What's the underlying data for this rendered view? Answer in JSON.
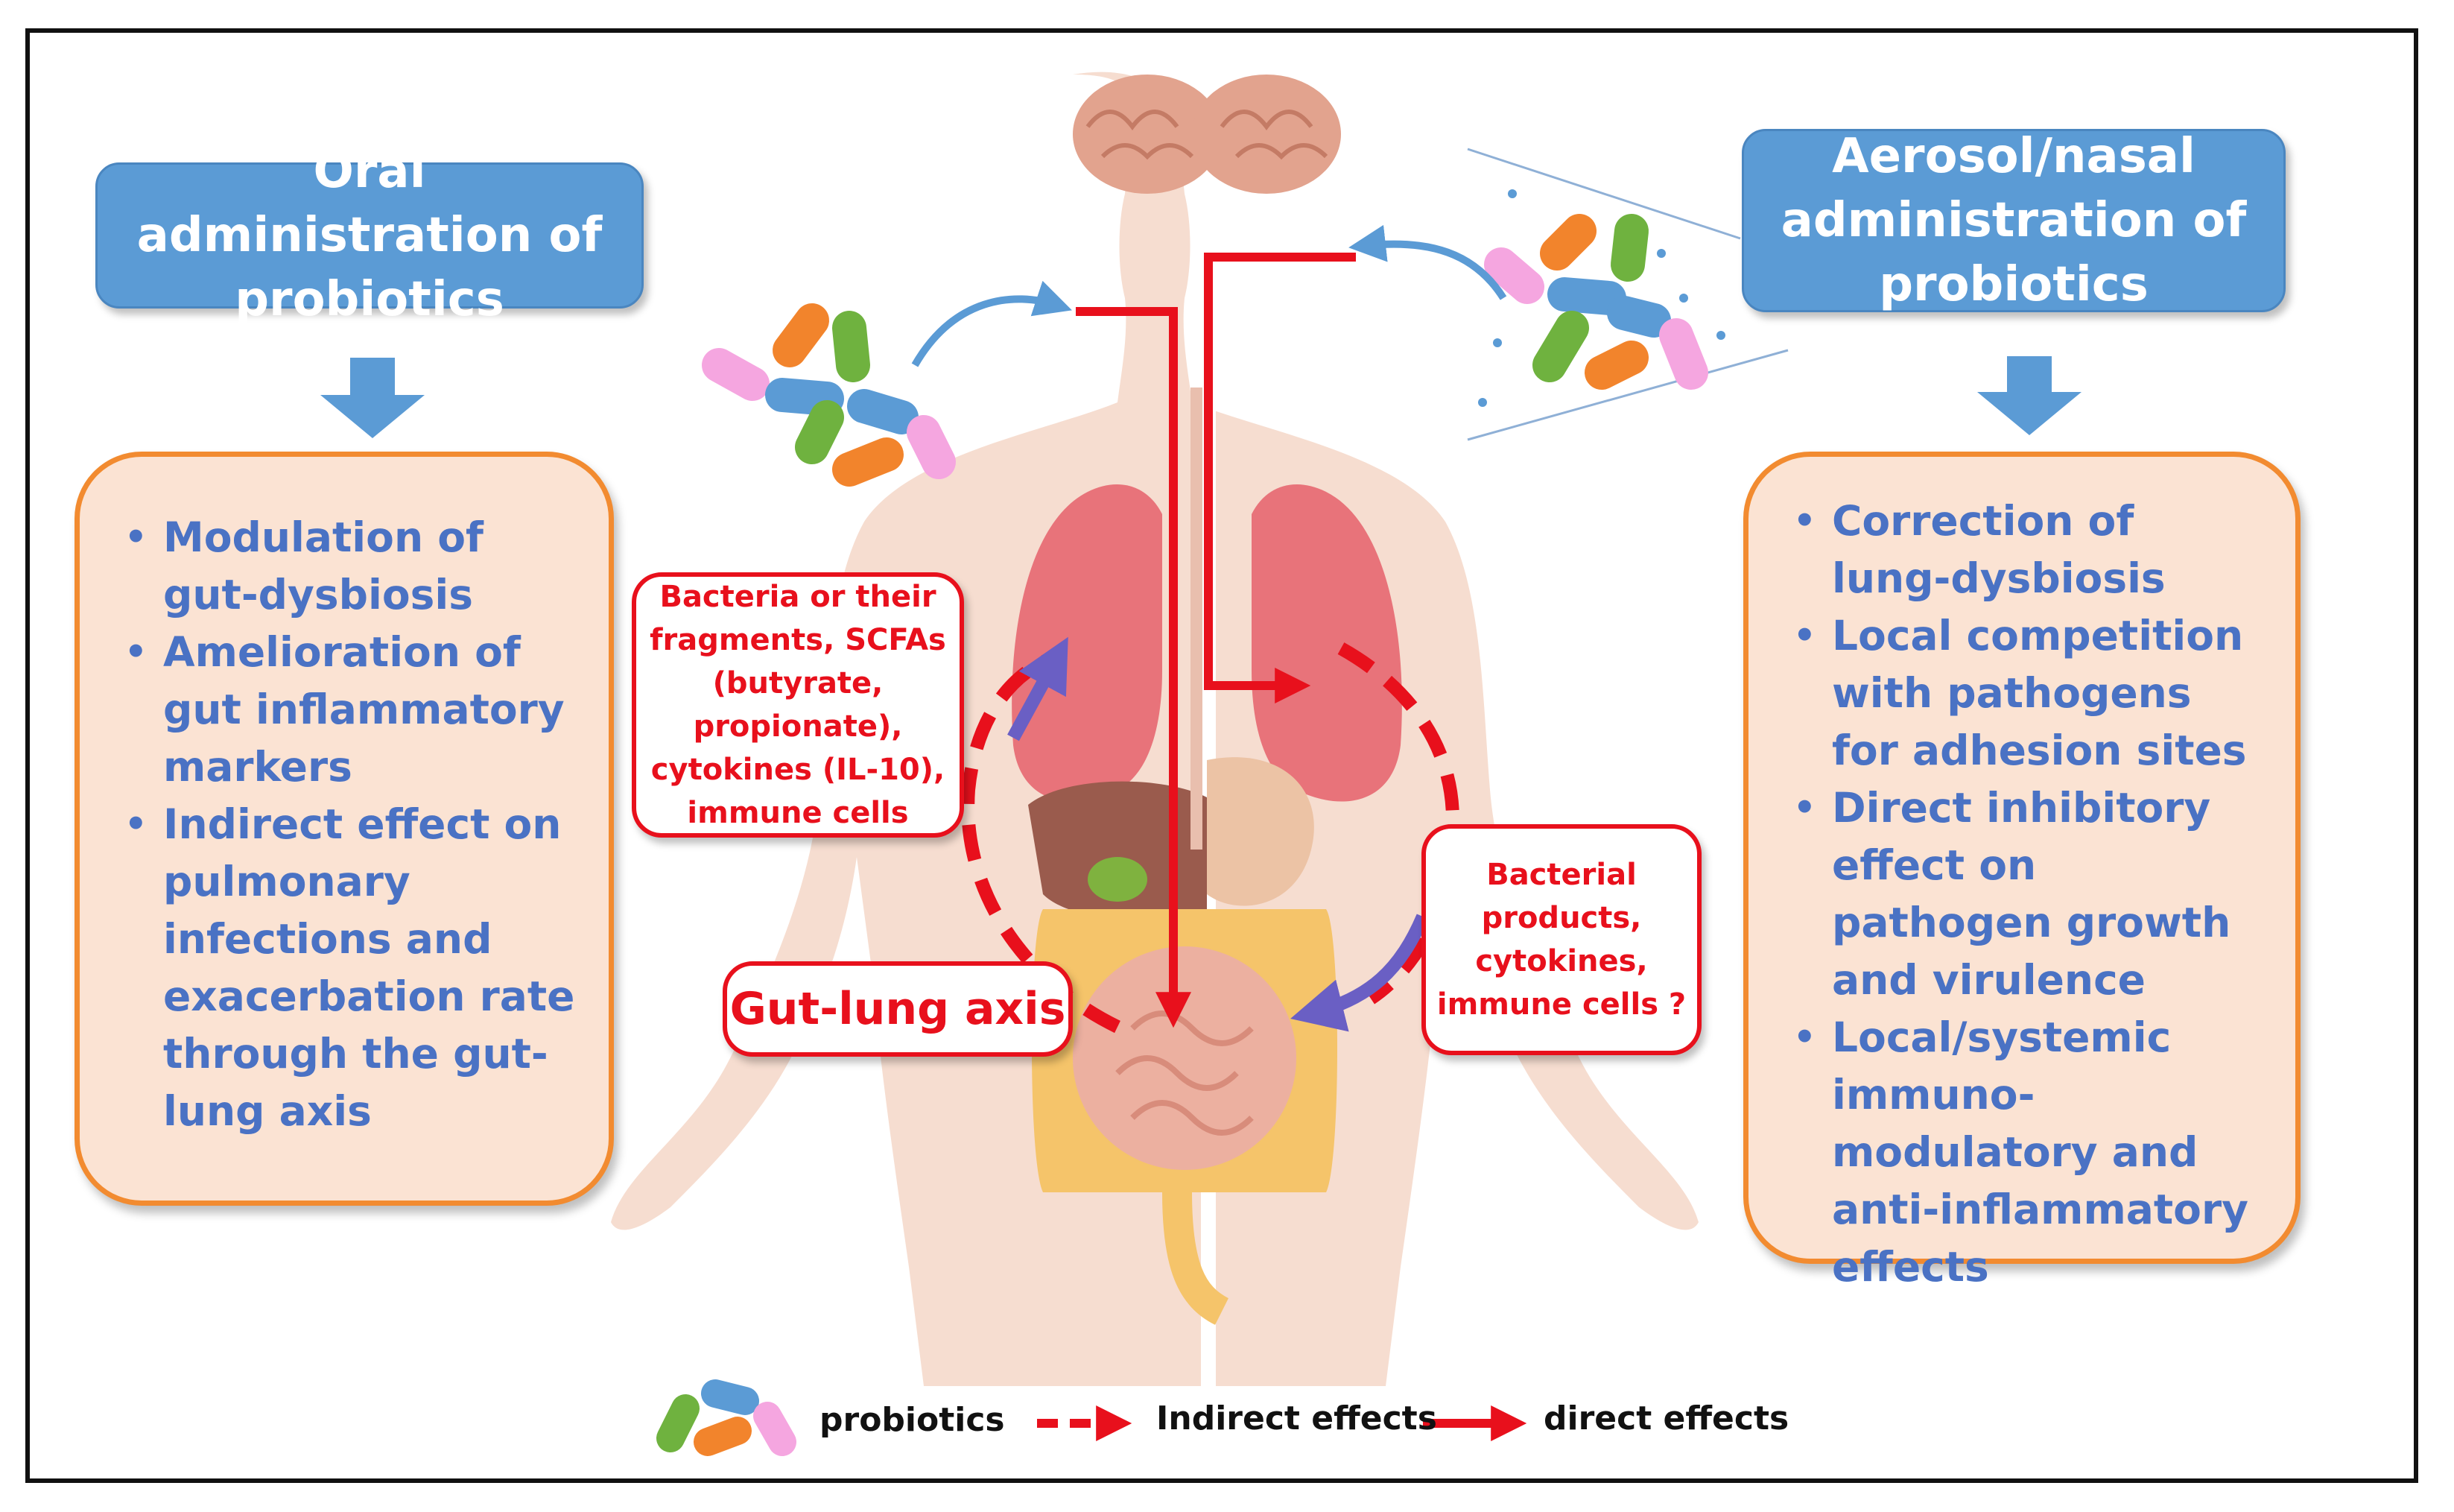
{
  "left_panel": {
    "title": "Oral administration of probiotics",
    "effects": [
      "Modulation of gut-dysbiosis",
      "Amelioration of gut inflammatory markers",
      "Indirect effect on pulmonary infections and exacerbation rate through the gut-lung axis"
    ]
  },
  "right_panel": {
    "title": "Aerosol/nasal administration of probiotics",
    "effects": [
      "Correction of lung-dysbiosis",
      "Local competition with pathogens for adhesion sites",
      "Direct inhibitory effect on pathogen growth and virulence",
      "Local/systemic immuno-modulatory and anti-inflammatory effects"
    ]
  },
  "body_labels": {
    "gut_to_lung": "Bacteria or their fragments, SCFAs (butyrate, propionate), cytokines (IL-10), immune cells",
    "lung_to_gut": "Bacterial products, cytokines, immune cells ?",
    "axis": "Gut-lung axis"
  },
  "legend": {
    "probiotics": "probiotics",
    "indirect": "Indirect effects",
    "direct": "direct effects"
  },
  "colors": {
    "title_blue": "#5b9bd5",
    "effect_text": "#4a72c4",
    "box_border": "#f28b30",
    "box_fill": "#fbe3d3",
    "arrow_red": "#e8101c",
    "arrow_purple": "#6a5fc4",
    "arrow_blue": "#5b9bd5",
    "bacteria": [
      "#f2842c",
      "#6fb23f",
      "#5b9bd5",
      "#f5a6e0"
    ]
  }
}
